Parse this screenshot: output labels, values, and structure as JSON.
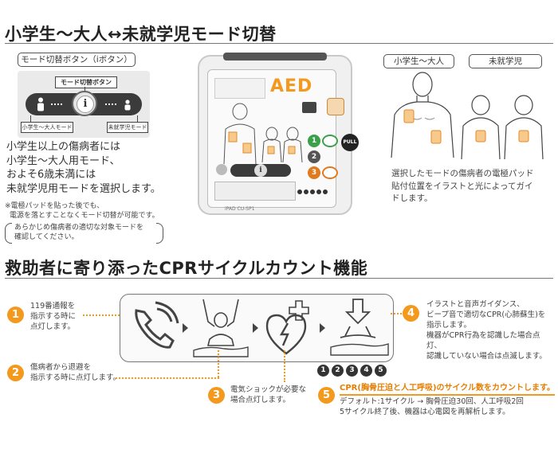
{
  "section1": {
    "title": "小学生〜大人↔未就学児モード切替",
    "button_box_label": "モード切替ボタン（iボタン）",
    "button_name_label": "モード切替ボタン",
    "info_glyph": "i",
    "mode_adult_label": "小学生〜大人モード",
    "mode_child_label": "未就学児モード",
    "desc_lines": [
      "小学生以上の傷病者には",
      "小学生〜大人用モード、",
      "およそ6歳未満には",
      "未就学児用モードを選択します。"
    ],
    "note_line1": "※電極パッドを貼った後でも、",
    "note_line2": "電源を落とすことなくモード切替が可能です。",
    "bracket_line1": "あらかじめ傷病者の適切な対象モードを",
    "bracket_line2": "確認してください。",
    "device": {
      "aed_text": "AED",
      "pull_text": "PULL",
      "model_text": "iPAD CU-SP1",
      "step_numbers": [
        "1",
        "2",
        "3"
      ]
    },
    "tab_adult": "小学生〜大人",
    "tab_child": "未就学児",
    "right_desc_lines": [
      "選択したモードの傷病者の電極パッド",
      "貼付位置をイラストと光によってガイ",
      "ドします。"
    ]
  },
  "section2": {
    "title": "救助者に寄り添ったCPRサイクルカウント機能",
    "callout1_lines": [
      "119番通報を",
      "指示する時に",
      "点灯します。"
    ],
    "callout2_lines": [
      "傷病者から退避を",
      "指示する時に点灯します。"
    ],
    "callout3_lines": [
      "電気ショックが必要な",
      "場合点灯します。"
    ],
    "callout4_lines": [
      "イラストと音声ガイダンス、",
      "ビープ音で適切なCPR(心肺蘇生)を",
      "指示します。",
      "機器がCPR行為を認識した場合点灯、",
      "認識していない場合は点滅します。"
    ],
    "callout5_title": "CPR(胸骨圧迫と人工呼吸)のサイクル数をカウントします。",
    "callout5_lines": [
      "デフォルト:1サイクル → 胸骨圧迫30回、人工呼吸2回",
      "5サイクル終了後、機器は心電図を再解析します。"
    ],
    "badges": [
      "1",
      "2",
      "3",
      "4",
      "5"
    ],
    "cycle_numbers": [
      "1",
      "2",
      "3",
      "4",
      "5"
    ]
  },
  "colors": {
    "accent": "#f39a1e",
    "green": "#3aa04a",
    "orange": "#e07a1e"
  }
}
